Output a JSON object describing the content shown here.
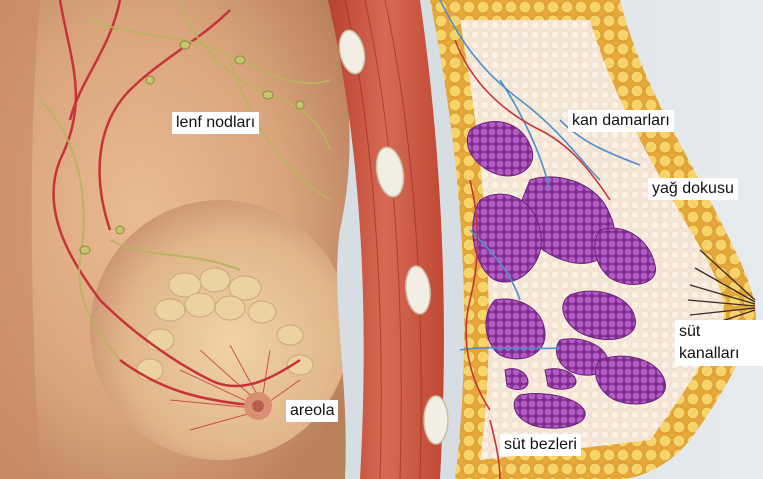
{
  "labels": {
    "lymph_nodes": "lenf nodları",
    "blood_vessels": "kan damarları",
    "fat_tissue": "yağ dokusu",
    "milk_ducts": "süt kanalları",
    "areola": "areola",
    "milk_glands": "süt bezleri"
  },
  "colors": {
    "skin": "#d9a47c",
    "muscle": "#c9503e",
    "gland": "#9b3fa8",
    "fat": "#f2c64a",
    "vessel_blue": "#4a8fd0",
    "vessel_red": "#c8323a",
    "lymph": "#b9b45e",
    "background": "#dfe6ea"
  }
}
